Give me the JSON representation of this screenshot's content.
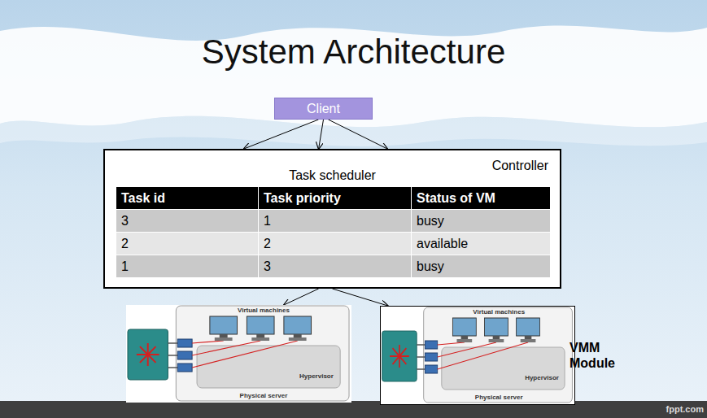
{
  "diagram": {
    "title": "System Architecture",
    "nodes": [
      {
        "text": [
          "Client"
        ]
      },
      {
        "text": [
          "Controller",
          "Task scheduler"
        ]
      },
      {
        "text": [
          "Virtual machines",
          "Hypervisor",
          "Physical server"
        ]
      },
      {
        "text": [
          "Virtual machines",
          "Hypervisor",
          "Physical server"
        ]
      }
    ],
    "edges": [
      {
        "from": 0,
        "to": 1,
        "arrow": "to"
      },
      {
        "from": 0,
        "to": 1,
        "arrow": "to"
      },
      {
        "from": 0,
        "to": 1,
        "arrow": "to"
      },
      {
        "from": 1,
        "to": 2,
        "arrow": "to"
      },
      {
        "from": 1,
        "to": 3,
        "arrow": "to"
      }
    ],
    "labels": [
      "Task id",
      "Task priority",
      "Status of VM",
      "3",
      "1",
      "busy",
      "2",
      "2",
      "available",
      "1",
      "3",
      "busy",
      "VMM Module",
      "fppt.com"
    ]
  }
}
